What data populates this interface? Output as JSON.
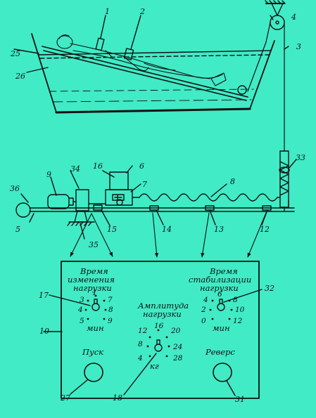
{
  "background": "#40ebc6",
  "ink": "#111111",
  "callouts": {
    "n1": "1",
    "n2": "2",
    "n3": "3",
    "n4": "4",
    "n5": "5",
    "n6": "6",
    "n7": "7",
    "n8": "8",
    "n9": "9",
    "n10": "10",
    "n12": "12",
    "n13": "13",
    "n14": "14",
    "n15": "15",
    "n16": "16",
    "n17": "17",
    "n18": "18",
    "n25": "25",
    "n26": "26",
    "n27": "27",
    "n31": "31",
    "n32": "32",
    "n33": "33",
    "n34": "34",
    "n35": "35",
    "n36": "36"
  },
  "panel": {
    "time_change_title": [
      "Время",
      "изменения",
      "нагрузки"
    ],
    "time_change_ticks": [
      "1",
      "3",
      "4",
      "5",
      "7",
      "8",
      "9"
    ],
    "time_change_unit": "мин",
    "amplitude_title": [
      "Амплитуда",
      "нагрузки"
    ],
    "amplitude_ticks": [
      "12",
      "16",
      "20",
      "8",
      "24",
      "4",
      "28"
    ],
    "amplitude_unit": "кг",
    "time_stab_title": [
      "Время",
      "стабилизации",
      "нагрузки"
    ],
    "time_stab_ticks": [
      "4",
      "6",
      "8",
      "2",
      "10",
      "0",
      "12"
    ],
    "time_stab_unit": "мин",
    "start_label": "Пуск",
    "reverse_label": "Реверс"
  }
}
